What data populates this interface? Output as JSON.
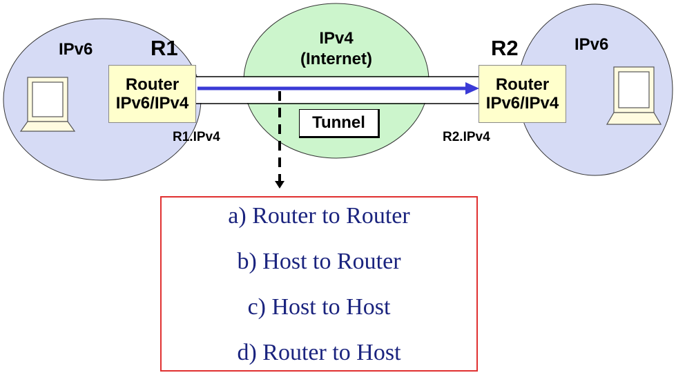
{
  "left_cloud": {
    "label": "IPv6",
    "router_name": "R1",
    "router_line1": "Router",
    "router_line2": "IPv6/IPv4",
    "interface_label": "R1.IPv4"
  },
  "internet": {
    "line1": "IPv4",
    "line2": "(Internet)"
  },
  "right_cloud": {
    "label": "IPv6",
    "router_name": "R2",
    "router_line1": "Router",
    "router_line2": "IPv6/IPv4",
    "interface_label": "R2.IPv4"
  },
  "tunnel_label": "Tunnel",
  "options": [
    {
      "letter": "a)",
      "text": "Router to Router"
    },
    {
      "letter": "b)",
      "text": "Host to Router"
    },
    {
      "letter": "c)",
      "text": "Host to Host"
    },
    {
      "letter": "d)",
      "text": "Router to Host"
    }
  ],
  "colors": {
    "ipv6_cloud": "#d6dbf5",
    "internet_cloud": "#ccf5cc",
    "router_fill": "#ffffcc",
    "arrow": "#3a3ad6",
    "list_border": "#e03030",
    "list_text": "#1a237e"
  }
}
